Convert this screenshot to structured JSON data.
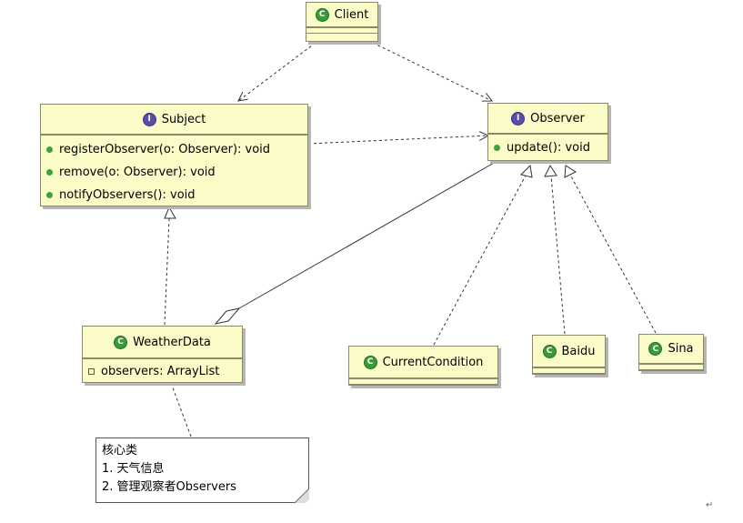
{
  "classes": {
    "client": {
      "name": "Client",
      "kind": "class"
    },
    "subject": {
      "name": "Subject",
      "kind": "interface",
      "methods": [
        "registerObserver(o: Observer): void",
        "remove(o: Observer): void",
        "notifyObservers(): void"
      ]
    },
    "observer": {
      "name": "Observer",
      "kind": "interface",
      "methods": [
        "update(): void"
      ]
    },
    "weather_data": {
      "name": "WeatherData",
      "kind": "class",
      "fields": [
        "observers: ArrayList"
      ]
    },
    "current_condition": {
      "name": "CurrentCondition",
      "kind": "class"
    },
    "baidu": {
      "name": "Baidu",
      "kind": "class"
    },
    "sina": {
      "name": "Sina",
      "kind": "class"
    }
  },
  "note": {
    "lines": [
      "核心类",
      "1. 天气信息",
      "2. 管理观察者Observers"
    ]
  },
  "badges": {
    "class": "C",
    "interface": "I"
  },
  "corner_mark": "↵",
  "colors": {
    "box_fill": "#fbfbc8",
    "class_badge": "#3a9a3a",
    "interface_badge": "#5a4ea8",
    "public_member": "#3aa33a",
    "private_member": "#c03030"
  }
}
